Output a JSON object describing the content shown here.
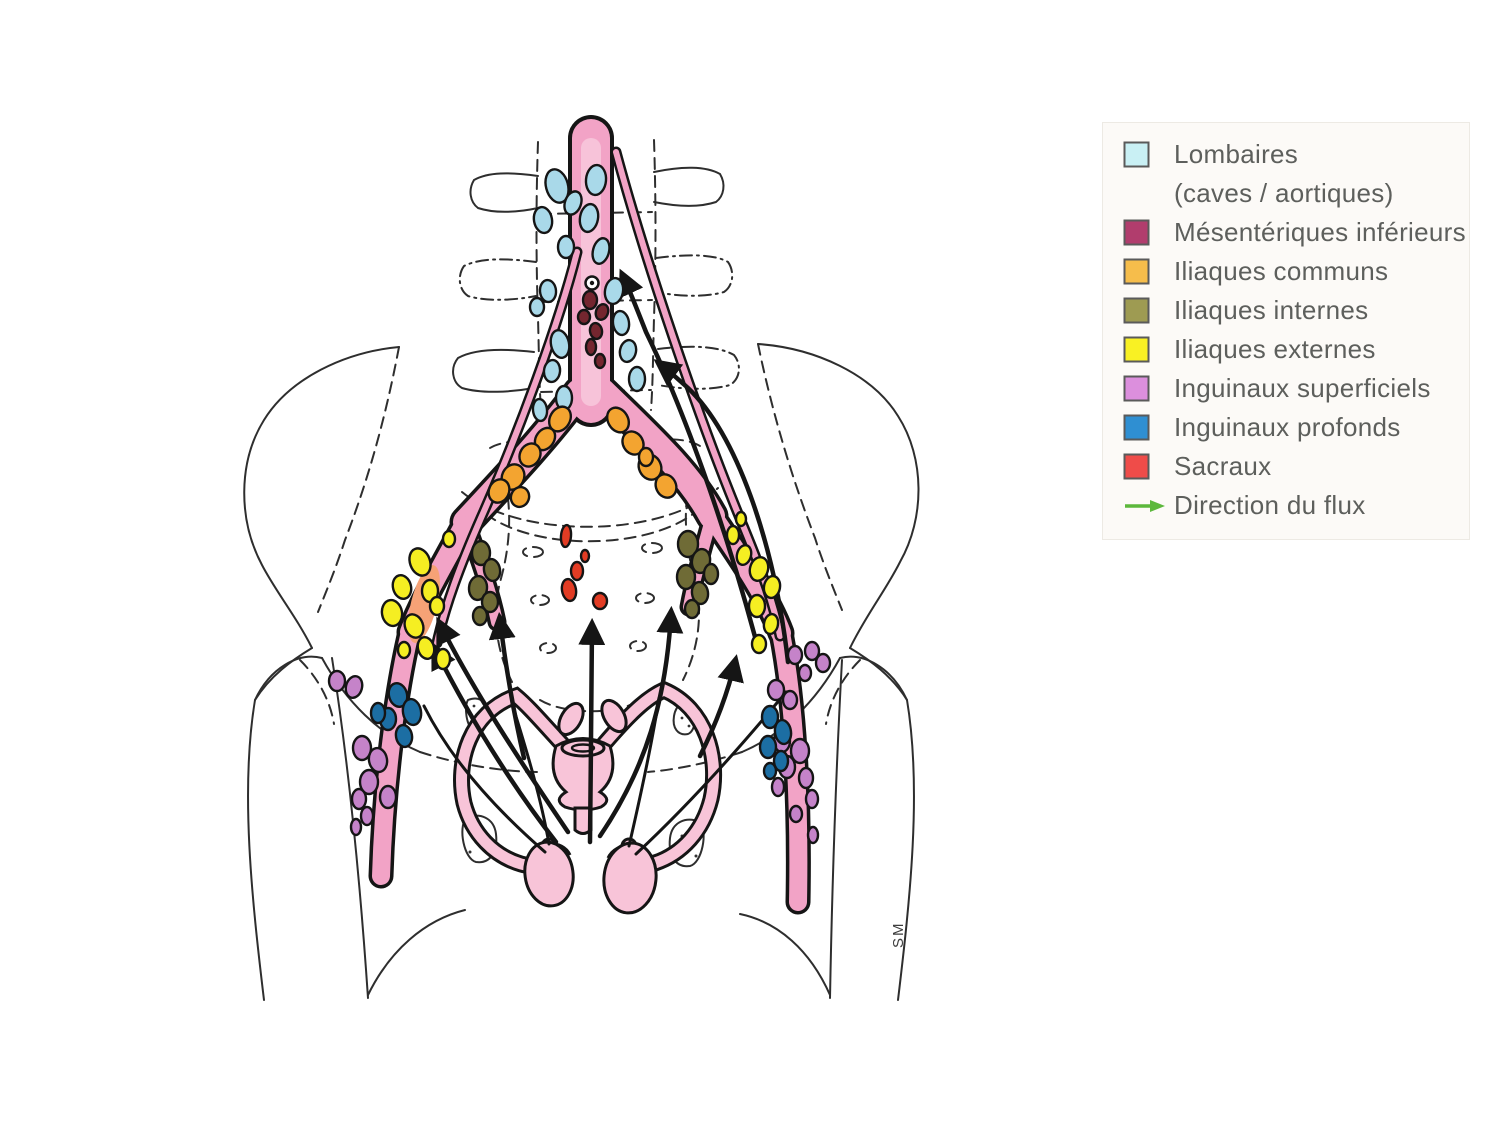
{
  "legend": {
    "items": [
      {
        "label": "Lombaires",
        "sublabel": "(caves / aortiques)",
        "color": "#c9f0f4"
      },
      {
        "label": "Mésentériques inférieurs",
        "color": "#b13d6d"
      },
      {
        "label": "Iliaques communs",
        "color": "#f6bd4b"
      },
      {
        "label": "Iliaques internes",
        "color": "#9e9b52"
      },
      {
        "label": "Iliaques externes",
        "color": "#f9f123"
      },
      {
        "label": "Inguinaux superficiels",
        "color": "#dc8fdd"
      },
      {
        "label": "Inguinaux profonds",
        "color": "#2f8fd2"
      },
      {
        "label": "Sacraux",
        "color": "#ef4c49"
      },
      {
        "label": "Direction du flux",
        "color": "#5cb83c"
      }
    ]
  },
  "diagram": {
    "signature": "SM",
    "colors": {
      "vessel": "#f2a3c6",
      "vessel_highlight": "#f7c3d9",
      "organ": "#f8c4d8",
      "outline": "#151515",
      "femoral_canal": "#f6a276"
    },
    "node_colors": {
      "lombaires": "#a9d9e9",
      "mesenteriques": "#74262f",
      "iliaques_communs": "#f3a430",
      "iliaques_internes": "#6f6b36",
      "iliaques_externes": "#f5ee22",
      "inguinaux_superficiels": "#c583c9",
      "inguinaux_profonds": "#1c6ea3",
      "sacraux": "#e23c24"
    }
  }
}
